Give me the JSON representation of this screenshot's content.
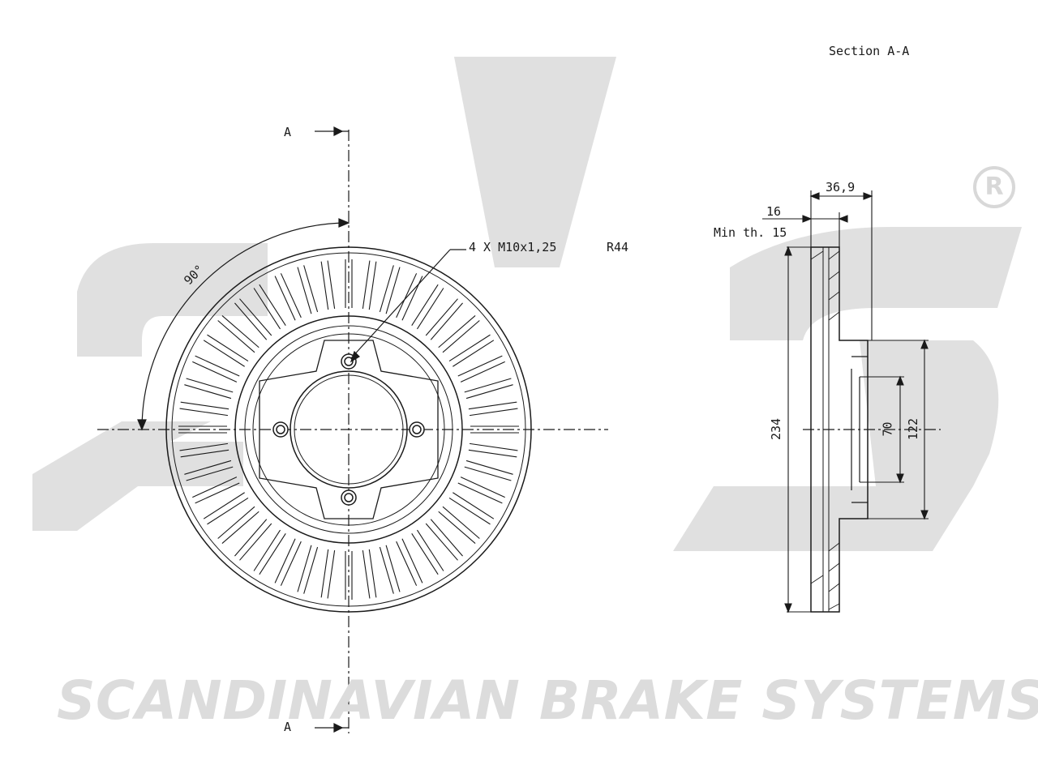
{
  "watermark": {
    "brand_text": "SCANDINAVIAN BRAKE SYSTEMS",
    "registered_mark": "R",
    "color": "#dcdcdc"
  },
  "labels": {
    "section_title": "Section A-A",
    "section_mark_top": "A",
    "section_mark_bottom": "A",
    "angle": "90°",
    "bolt_pattern": "4 X M10x1,25",
    "pcd_radius": "R44",
    "thickness_overall": "36,9",
    "thickness_disc": "16",
    "min_thickness": "Min th. 15",
    "outer_diameter": "234",
    "center_bore": "70",
    "hub_diameter": "122"
  },
  "colors": {
    "line": "#1a1a1a",
    "background": "#ffffff"
  }
}
